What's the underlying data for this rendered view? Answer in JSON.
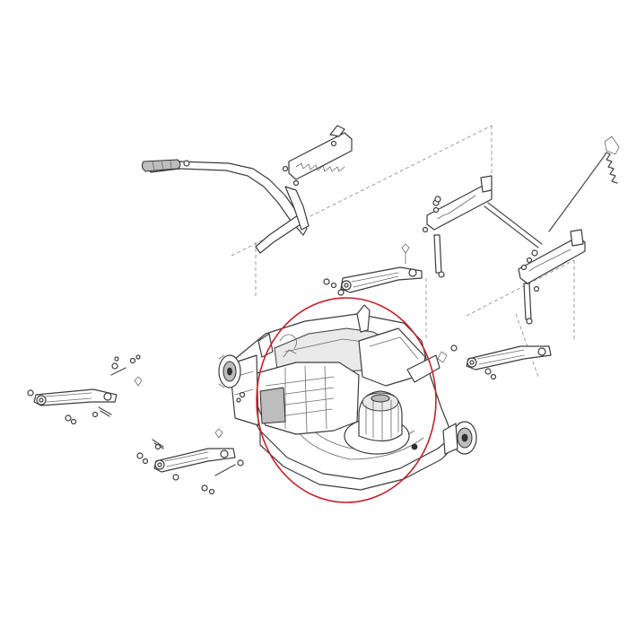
{
  "diagram": {
    "highlight_color": "#c8202a",
    "line_color": "#4a4a4a",
    "background": "#ffffff",
    "parts": [
      "mower-deck",
      "mower-housing",
      "blade-hub",
      "rear-roller-left",
      "rear-roller-right",
      "handle-bar",
      "handle-grip",
      "height-adjust-rack",
      "height-adjust-axle",
      "lift-arm-front-left",
      "lift-arm-front-right",
      "lift-arm-rear-left",
      "lift-arm-rear-right",
      "return-spring",
      "fasteners"
    ]
  }
}
